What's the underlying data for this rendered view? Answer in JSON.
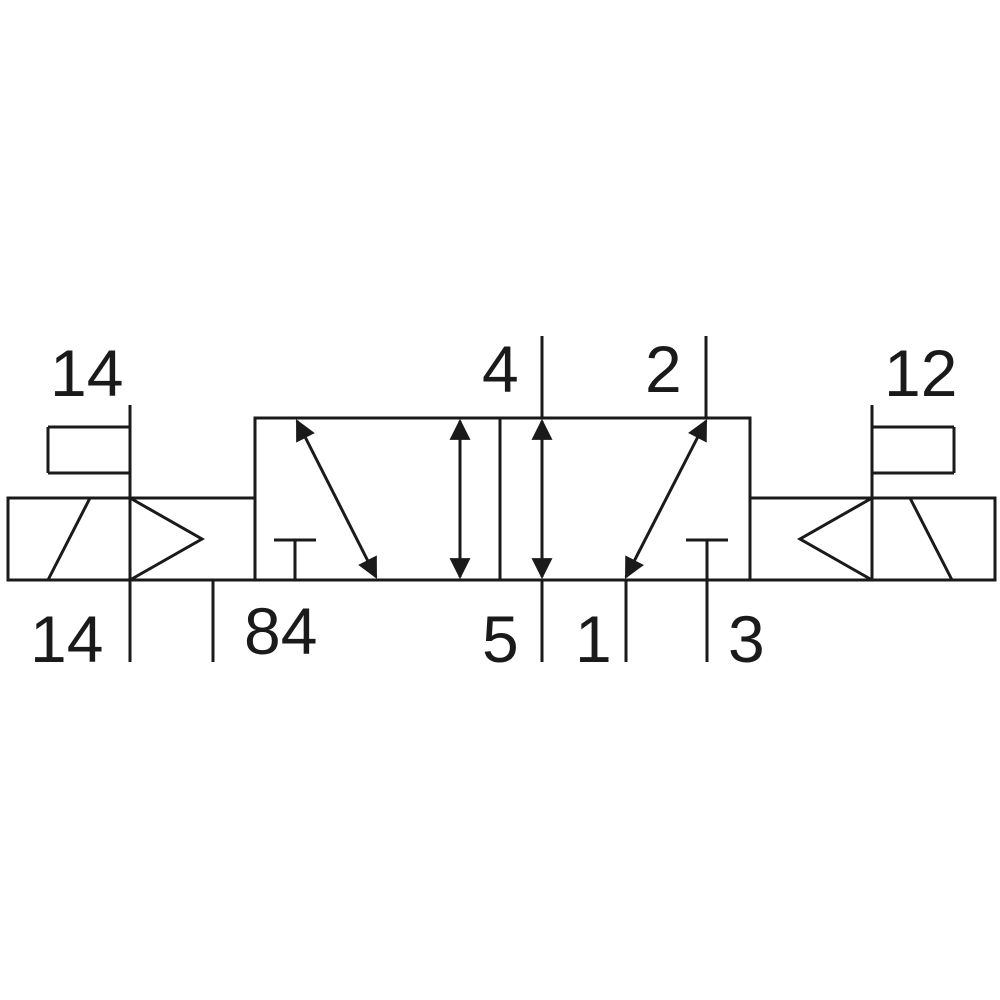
{
  "labels": {
    "pilot_14_top": "14",
    "port_4": "4",
    "port_2": "2",
    "pilot_12_top": "12",
    "pilot_14_bottom": "14",
    "port_84": "84",
    "port_5": "5",
    "port_1": "1",
    "port_3": "3"
  },
  "colors": {
    "stroke": "#1a1a1a",
    "background": "#ffffff"
  }
}
